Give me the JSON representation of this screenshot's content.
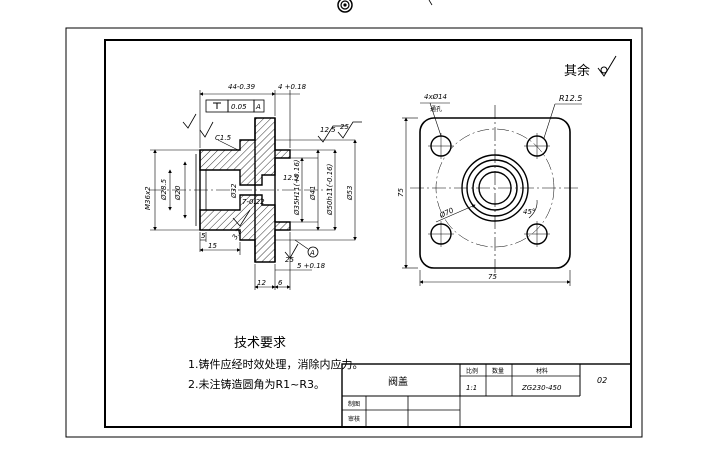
{
  "drawing": {
    "roughness_note": "其余",
    "tech_req": {
      "title": "技术要求",
      "items": [
        "1.铸件应经时效处理，消除内应力。",
        "2.未注铸造圆角为R1~R3。"
      ]
    },
    "title_block": {
      "part_name": "阀盖",
      "scale_label": "比例",
      "qty_label": "数量",
      "material_label": "材料",
      "scale_value": "1:1",
      "material_value": "ZG230-450",
      "drawing_no": "02",
      "drawn_label": "制图",
      "checked_label": "审核"
    },
    "section_view_dims": {
      "len_44": "44-0.39",
      "len_4": "4 +0.18",
      "tol_frame_val": "0.05",
      "tol_frame_ref": "A",
      "chamfer": "C1.5",
      "thread": "M36x2",
      "d20": "Ø20",
      "d285": "Ø28.5",
      "d32": "Ø32",
      "len_7": "7-0.22",
      "d35": "Ø35H11(+0.16)",
      "d41": "Ø41",
      "d50": "Ø50h11(-0.16)",
      "d53": "Ø53",
      "len_5": "5",
      "len_15": "15",
      "len_12": "12",
      "len_6": "6",
      "len_5b": "5 +0.18",
      "r_125": "12.5",
      "r_25": "25",
      "r_32": "3.2",
      "datum_a": "A",
      "r_25b": "25",
      "r_125b": "12.5"
    },
    "end_view_dims": {
      "holes": "4xØ14",
      "holes_note": "通孔",
      "radius": "R12.5",
      "d70": "Ø70",
      "angle": "45°",
      "width": "75",
      "height": "75"
    }
  }
}
